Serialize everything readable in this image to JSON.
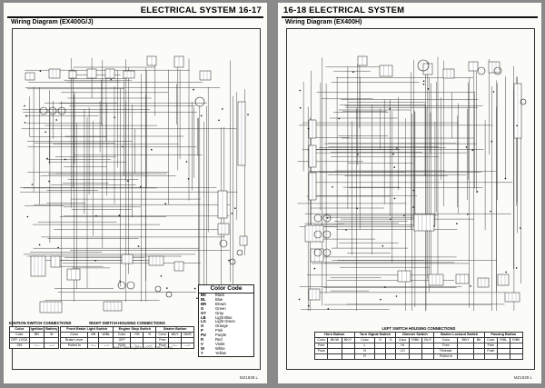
{
  "left_page": {
    "header": "ELECTRICAL SYSTEM 16-17",
    "subtitle": "Wiring Diagram (EX400G/J)",
    "footer_code": "MZ1938   L",
    "color_code": {
      "title": "Color Code",
      "entries": [
        {
          "code": "BK",
          "name": "Black"
        },
        {
          "code": "BL",
          "name": "Blue"
        },
        {
          "code": "BR",
          "name": "Brown"
        },
        {
          "code": "G",
          "name": "Green"
        },
        {
          "code": "GY",
          "name": "Gray"
        },
        {
          "code": "LB",
          "name": "Light Blue"
        },
        {
          "code": "LG",
          "name": "Light Green"
        },
        {
          "code": "O",
          "name": "Orange"
        },
        {
          "code": "P",
          "name": "Pink"
        },
        {
          "code": "PU",
          "name": "Purple"
        },
        {
          "code": "R",
          "name": "Red"
        },
        {
          "code": "V",
          "name": "Violet"
        },
        {
          "code": "W",
          "name": "White"
        },
        {
          "code": "Y",
          "name": "Yellow"
        }
      ]
    },
    "ignition_table": {
      "caption": "IGNITION SWITCH CONNECTIONS",
      "headers": [
        "Color",
        "Ignition",
        "Battery"
      ],
      "rows": [
        [
          "Color",
          "BR",
          "W"
        ],
        [
          "OFF, LOCK",
          "",
          ""
        ],
        [
          "ON",
          "",
          ""
        ]
      ]
    },
    "right_switch_table": {
      "caption": "RIGHT SWITCH HOUSING CONNECTIONS",
      "groups": [
        "Front Brake Light Switch",
        "Engine Stop Switch",
        "Starter Button"
      ],
      "headers": [
        "Color",
        "BR",
        "W/BL",
        "Color",
        "Y/R",
        "R",
        "Color",
        "BK/Y",
        "BK/R"
      ],
      "rows": [
        [
          "Brake Lever",
          "",
          "",
          "OFF",
          "",
          "",
          "Free",
          "",
          ""
        ],
        [
          "Pulled In",
          "",
          "",
          "RUN",
          "",
          "",
          "Push",
          "",
          ""
        ]
      ],
      "note": "26062-1300-?? (RED, 1C0?Y, ?2B4, ?????)"
    }
  },
  "right_page": {
    "header": "16-18 ELECTRICAL SYSTEM",
    "subtitle": "Wiring Diagram (EX400H)",
    "footer_code": "MZ1939   L",
    "left_switch_caption": "LEFT SWITCH HOUSING CONNECTIONS",
    "left_switch_table": {
      "groups": [
        "Horn Button",
        "Turn Signal Switch",
        "Dimmer Switch",
        "Starter Lockout Switch",
        "Passing Button"
      ],
      "headers": [
        "Color",
        "BK/W",
        "BK/Y",
        "Color",
        "O",
        "G",
        "Color",
        "R/BK",
        "BL/Y",
        "Color",
        "BK/Y",
        "BK",
        "Color",
        "R/BL",
        "R/BK"
      ],
      "rows": [
        [
          "Free",
          "",
          "",
          "L",
          "",
          "",
          "HI",
          "",
          "",
          "Free",
          "",
          "",
          "Free",
          "",
          ""
        ],
        [
          "Push",
          "",
          "",
          "N",
          "",
          "",
          "LO",
          "",
          "",
          "Release",
          "",
          "",
          "Push",
          "",
          ""
        ],
        [
          "",
          "",
          "",
          "R",
          "",
          "",
          "",
          "",
          "",
          "Pulled In",
          "",
          "",
          "",
          "",
          ""
        ]
      ]
    }
  }
}
